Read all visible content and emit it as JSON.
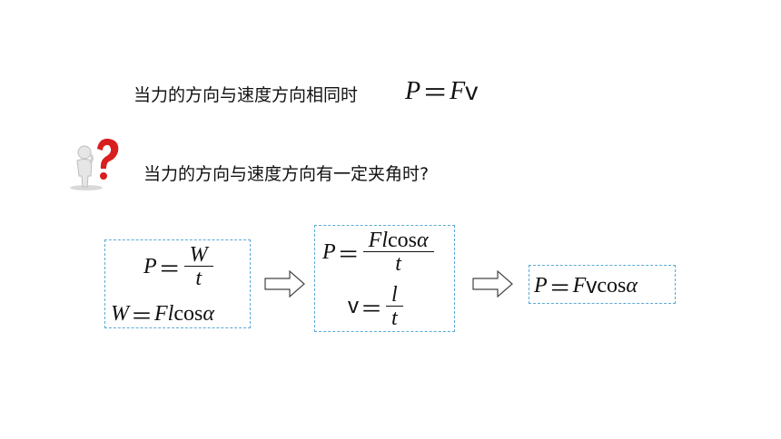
{
  "line1": {
    "text": "当力的方向与速度方向相同时",
    "formula": {
      "lhs": "P",
      "eq": "＝",
      "f": "F",
      "v": "v"
    }
  },
  "line2": {
    "text": "当力的方向与速度方向有一定夹角时?",
    "icon": "question-mark-person-icon"
  },
  "box1": {
    "p": "P",
    "eq1": "＝",
    "num": "W",
    "den": "t",
    "w": "W",
    "eq2": "＝",
    "rhs_f": "Fl",
    "rhs_cos": "cos",
    "rhs_alpha": "α"
  },
  "box2": {
    "p": "P",
    "eq1": "＝",
    "num_f": "Fl",
    "num_cos": "cos",
    "num_alpha": "α",
    "den1": "t",
    "v": "v",
    "eq2": "＝",
    "num2": "l",
    "den2": "t"
  },
  "box3": {
    "p": "P",
    "eq": "＝",
    "f": "F",
    "v": "v",
    "cos": "cos",
    "alpha": "α"
  },
  "colors": {
    "box_border": "#5aa9d6",
    "icon_red": "#d81e1e"
  }
}
